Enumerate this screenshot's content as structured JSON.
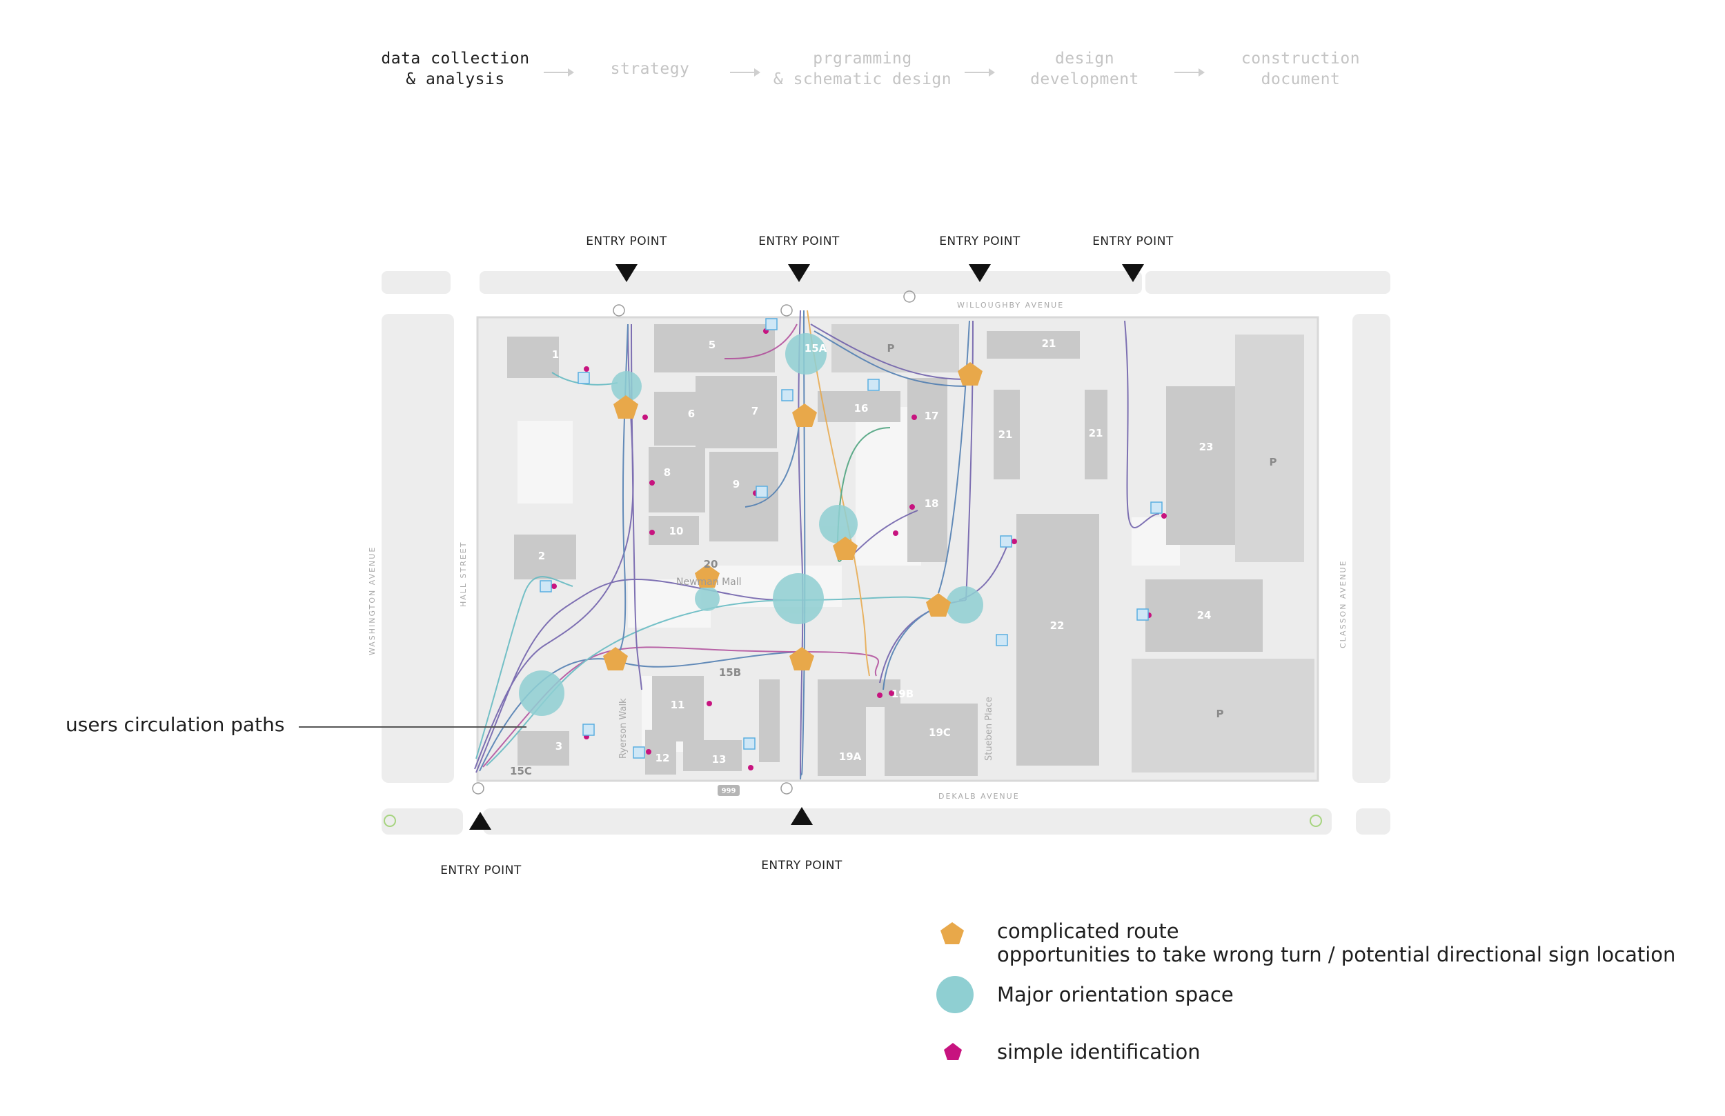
{
  "process": {
    "steps": [
      {
        "line1": "data collection",
        "line2": "& analysis",
        "active": true
      },
      {
        "line1": "strategy",
        "line2": "",
        "active": false
      },
      {
        "line1": "prgramming",
        "line2": "& schematic design",
        "active": false
      },
      {
        "line1": "design",
        "line2": "development",
        "active": false
      },
      {
        "line1": "construction",
        "line2": "document",
        "active": false
      }
    ]
  },
  "entry_points": {
    "label": "ENTRY POINT",
    "top": [
      "ENTRY POINT",
      "ENTRY POINT",
      "ENTRY POINT",
      "ENTRY POINT"
    ],
    "bottom": [
      "ENTRY POINT",
      "ENTRY POINT"
    ]
  },
  "streets": {
    "willoughby": "WILLOUGHBY AVENUE",
    "dekalb": "DEKALB AVENUE",
    "washington": "WASHINGTON AVENUE",
    "hall": "HALL STREET",
    "classon": "CLASSON AVENUE",
    "ryerson": "Ryerson Walk",
    "stueben": "Stueben Place",
    "newman": "Newman Mall"
  },
  "buildings": [
    "1",
    "2",
    "3",
    "5",
    "6",
    "7",
    "8",
    "9",
    "10",
    "11",
    "12",
    "13",
    "15A",
    "15B",
    "15C",
    "16",
    "17",
    "18",
    "19A",
    "19B",
    "19C",
    "20",
    "21",
    "21",
    "21",
    "22",
    "23",
    "24",
    "P",
    "P",
    "P",
    "999"
  ],
  "callout": "users circulation paths",
  "legend": {
    "complicated_title": "complicated route",
    "complicated_sub": "opportunities to take wrong turn / potential directional sign location",
    "orientation": "Major orientation space",
    "identification": "simple identification"
  },
  "colors": {
    "complicated": "#e8a84a",
    "orientation": "#8fcfd2",
    "identification": "#c7137f",
    "building": "#c9c9c9",
    "block": "#ebebeb",
    "accessible": "#5aaee0"
  }
}
